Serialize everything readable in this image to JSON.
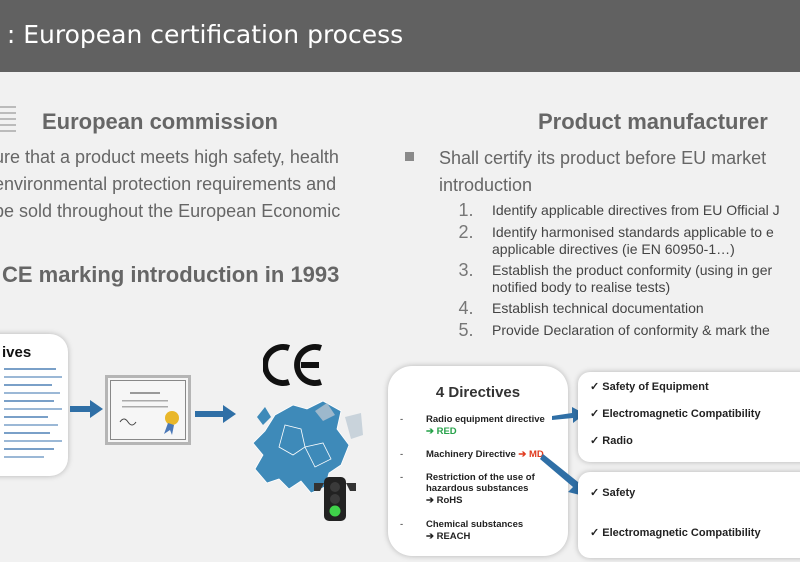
{
  "slide_title": "l : European certification process",
  "left": {
    "heading": "European commission",
    "body_lines": [
      "ure that a product meets high safety, health",
      "environmental protection requirements and",
      "be sold throughout the European Economic",
      "."
    ],
    "ce_intro": "CE marking introduction in 1993",
    "directives_card_title": "ives"
  },
  "right": {
    "heading": "Product manufacturer",
    "bullet_lines": [
      "Shall certify its product before EU market",
      "introduction"
    ],
    "steps": [
      {
        "num": "1.",
        "lines": [
          "Identify applicable directives from EU Official J"
        ]
      },
      {
        "num": "2.",
        "lines": [
          "Identify harmonised standards applicable to e",
          "applicable directives (ie EN 60950-1…)"
        ]
      },
      {
        "num": "3.",
        "lines": [
          "Establish the product conformity (using in ger",
          "notified body to realise tests)"
        ]
      },
      {
        "num": "4.",
        "lines": [
          "Establish technical documentation"
        ]
      },
      {
        "num": "5.",
        "lines": [
          "Provide Declaration of conformity & mark the"
        ]
      }
    ]
  },
  "directives_card": {
    "title": "4 Directives",
    "items": [
      {
        "label": "Radio equipment directive",
        "sub": "➔ RED"
      },
      {
        "label": "Machinery Directive ➔ MD"
      },
      {
        "label": "Restriction of the use of",
        "label2": "hazardous substances",
        "sub": "➔ RoHS"
      },
      {
        "label": "Chemical substances",
        "sub": "➔ REACH"
      }
    ]
  },
  "red_categories": [
    "Safety of Equipment",
    "Electromagnetic Compatibility",
    "Radio"
  ],
  "md_categories": [
    "Safety",
    "Electromagnetic Compatibility"
  ],
  "ce_mark_text": "CE",
  "colors": {
    "arrow": "#2f6fa6",
    "red": "#e03a1e",
    "green": "#27a24a",
    "map_blue": "#3e8ab9"
  }
}
